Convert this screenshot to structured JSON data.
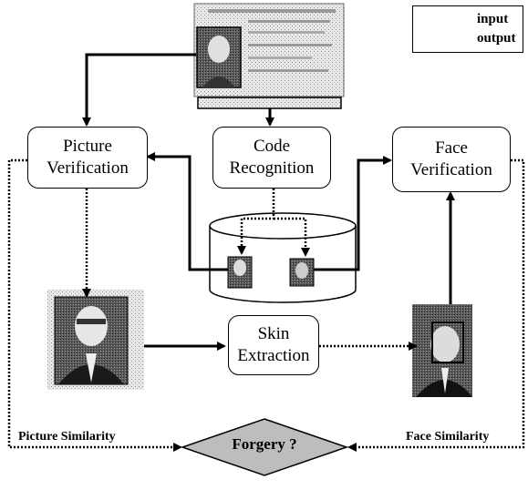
{
  "legend": {
    "input": "input",
    "output": "output"
  },
  "nodes": {
    "picture_verification": "Picture\nVerification",
    "code_recognition": "Code\nRecognition",
    "face_verification": "Face\nVerification",
    "skin_extraction": "Skin\nExtraction",
    "forgery": "Forgery ?"
  },
  "captions": {
    "picture_similarity": "Picture Similarity",
    "face_similarity": "Face Similarity"
  }
}
